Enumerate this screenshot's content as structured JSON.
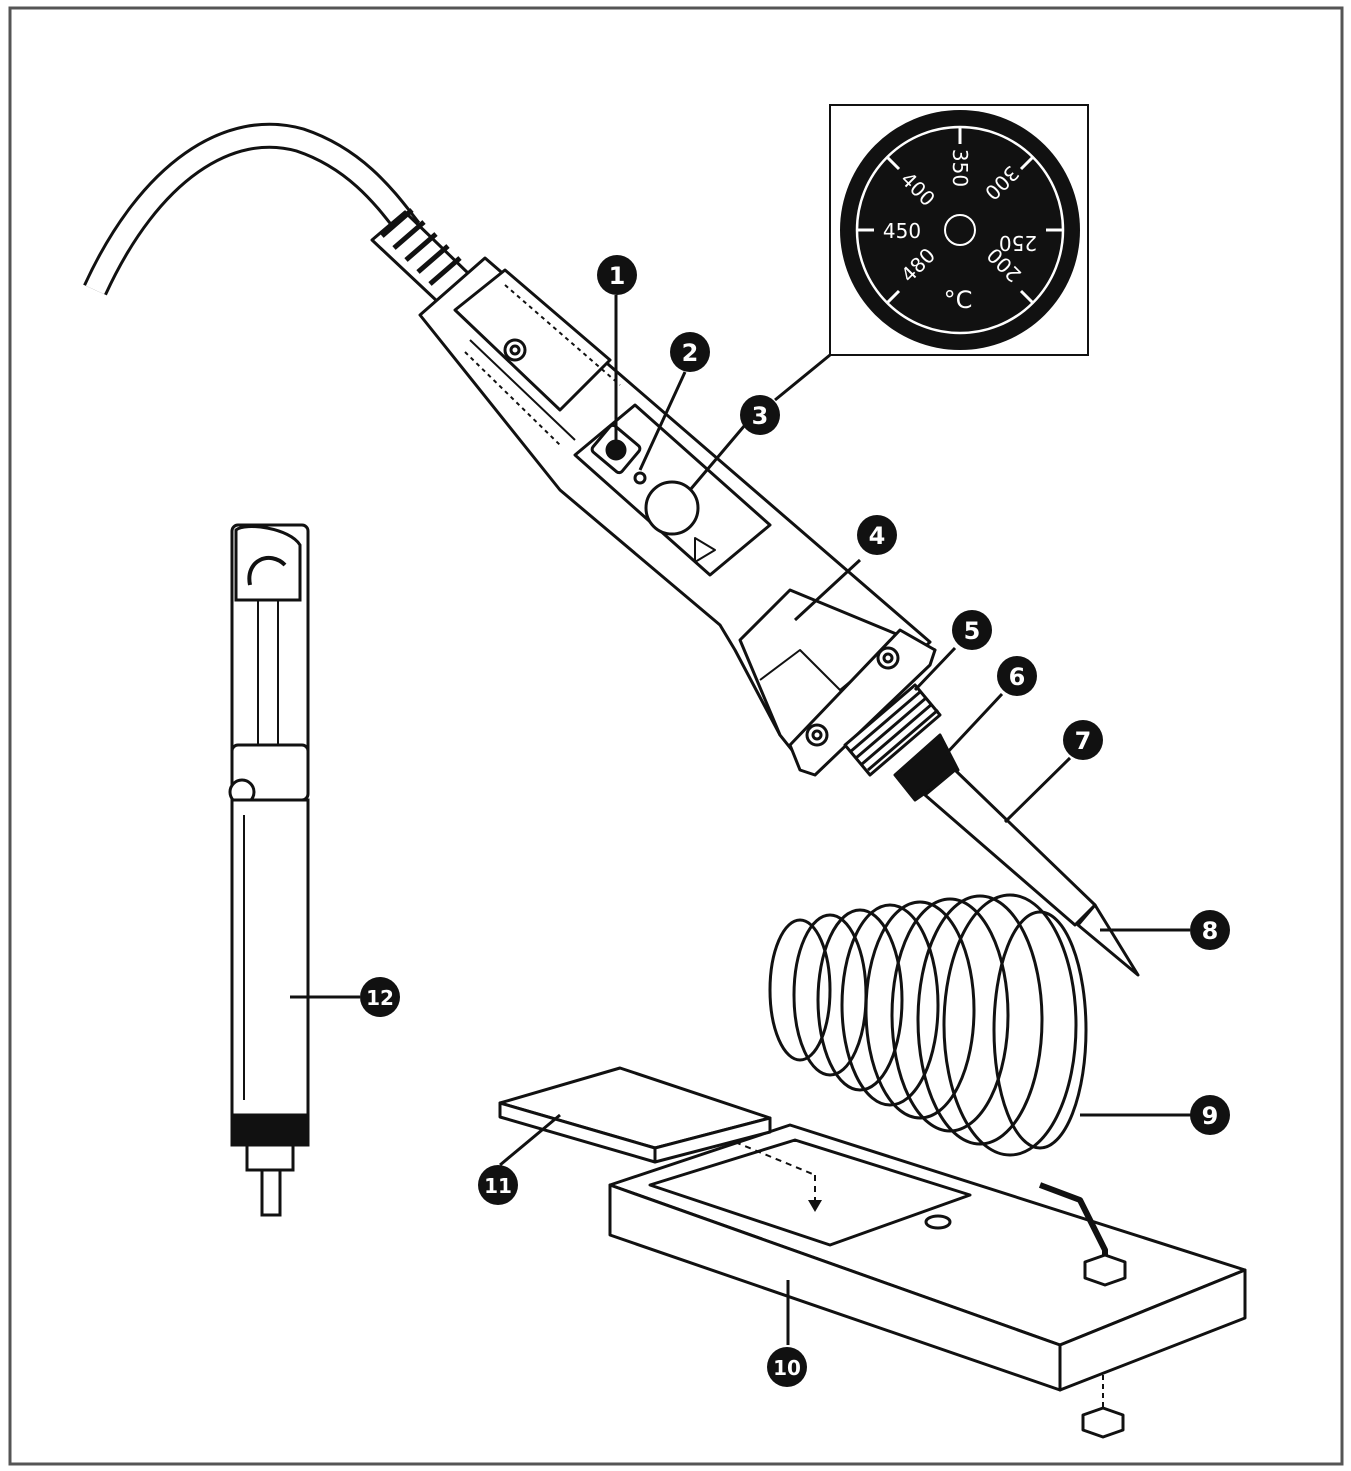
{
  "callouts": {
    "c1": "1",
    "c2": "2",
    "c3": "3",
    "c4": "4",
    "c5": "5",
    "c6": "6",
    "c7": "7",
    "c8": "8",
    "c9": "9",
    "c10": "10",
    "c11": "11",
    "c12": "12"
  },
  "dial": {
    "t350": "350",
    "t300": "300",
    "t400": "400",
    "t450": "450",
    "t250": "250",
    "t480": "480",
    "t200": "200",
    "unit": "°C"
  },
  "colors": {
    "ink": "#111111",
    "paper": "#ffffff",
    "frame": "#555555"
  }
}
